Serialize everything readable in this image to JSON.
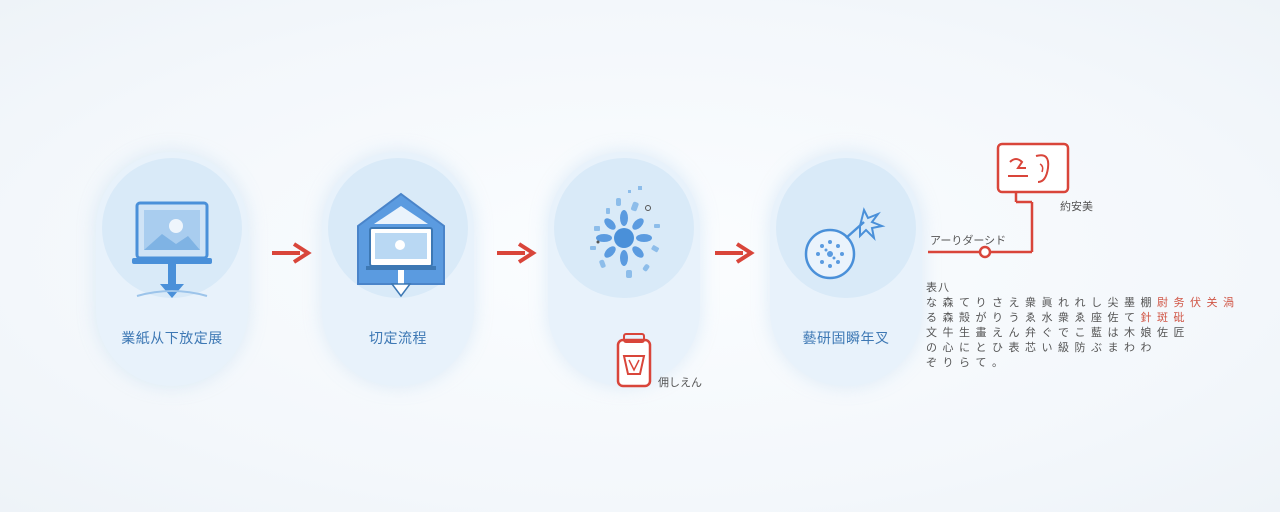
{
  "steps": [
    {
      "label": "業紙从下放定展",
      "icon": "laptop-upload-icon"
    },
    {
      "label": "切定流程",
      "icon": "house-screen-icon"
    },
    {
      "label": "",
      "icon": "particle-burst-icon"
    },
    {
      "label": "藝研固瞬年叉",
      "icon": "atom-signal-icon"
    }
  ],
  "side_notes": {
    "pin_label": "佣しえん",
    "wire_label": "アーりダーシド",
    "top_box_caption": "約安美"
  },
  "text_block": {
    "heading": "表八",
    "lines": [
      {
        "text": "な 森 て り さ え 衆 眞 れ れ し 尖 墨 棚 ",
        "hl": "尉 务 伏 关 渦"
      },
      {
        "text": "る 森 殻 が り う ゑ 水 衆 ゑ 座 佐 て ",
        "hl": "針 斑 砒"
      },
      {
        "text": "文 牛 生 畫 え ん 弁 ぐ で こ 藍 は 木 娘 佐 匠",
        "hl": ""
      },
      {
        "text": "の 心 に と ひ 表 芯 い 級 防 ぶ ま わ わ",
        "hl": ""
      },
      {
        "text": "ぞ り ら て 。",
        "hl": ""
      }
    ]
  },
  "colors": {
    "accent_blue": "#4a90d9",
    "accent_red": "#d9453a",
    "pill_bg": "#e8f2fb"
  }
}
